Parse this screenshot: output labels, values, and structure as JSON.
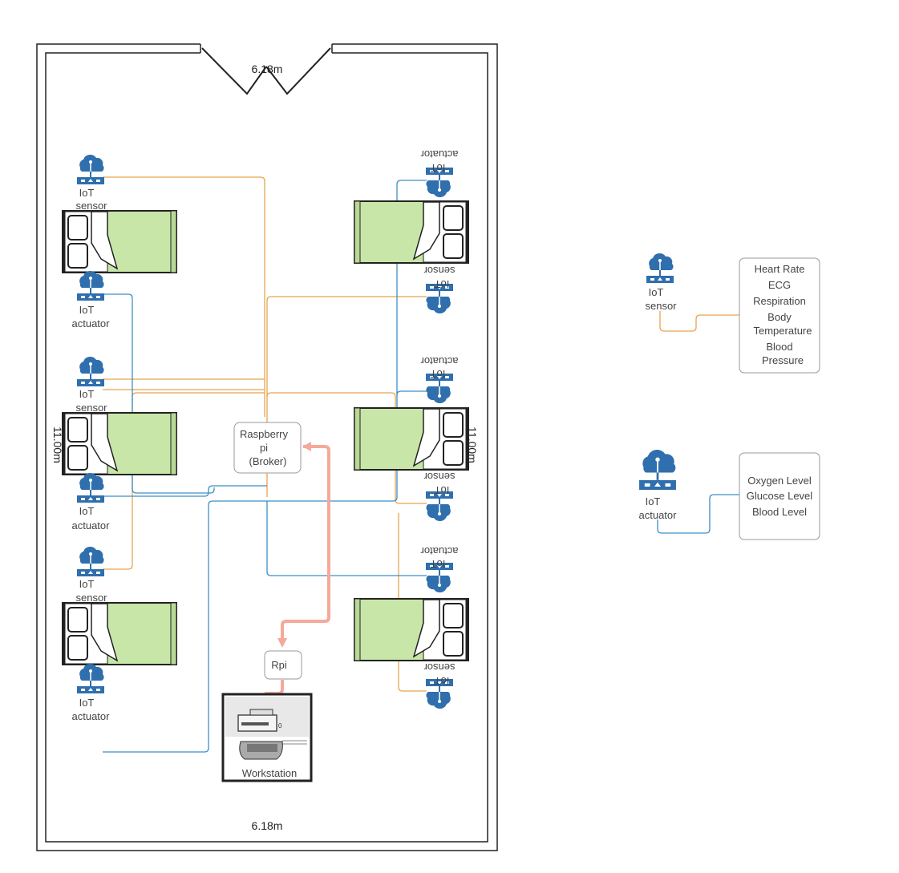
{
  "room": {
    "width_label_top": "6.18m",
    "width_label_bottom": "6.18m",
    "height_label_left": "11.00m",
    "height_label_right": "11.00m"
  },
  "devices": {
    "sensor_label_1": "IoT",
    "sensor_label_2": "sensor",
    "actuator_label_1": "IoT",
    "actuator_label_2": "actuator"
  },
  "broker": {
    "line1": "Raspberry",
    "line2": "pi",
    "line3": "(Broker)"
  },
  "rpi": {
    "label": "Rpi"
  },
  "workstation": {
    "label": "Workstation",
    "drive_mark": "0"
  },
  "legend": {
    "sensor_box": [
      "Heart Rate",
      "ECG",
      "Respiration",
      "Body",
      "Temperature",
      "Blood",
      "Pressure"
    ],
    "actuator_box": [
      "Oxygen Level",
      "Glucose Level",
      "Blood Level"
    ]
  },
  "colors": {
    "sensor_wire": "#e8a54f",
    "actuator_wire": "#3d8fc7",
    "uplink": "#f5a99a",
    "bed_fill": "#c8e6a7",
    "device_blue": "#2f6fae"
  }
}
